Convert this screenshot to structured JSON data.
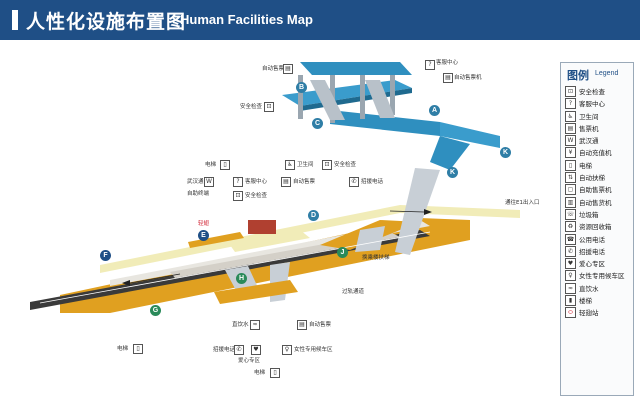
{
  "header": {
    "title_cn": "人性化设施布置图",
    "title_en": "Human Facilities Map"
  },
  "colors": {
    "header": "#1f4f86",
    "blue_level": "#2f8fbf",
    "platform": "#e0a020",
    "concourse": "#f1ecb8",
    "track": "#3a3a3a"
  },
  "exits": [
    "A",
    "B",
    "C",
    "D",
    "E",
    "F",
    "G",
    "H",
    "J",
    "K"
  ],
  "map_labels": {
    "service_center_top": "客服中心",
    "ticket_machine_top": "自动售票机",
    "ticket_machine_b": "自动售票",
    "security_c": "安全检查",
    "elevator_left": "电梯",
    "restroom": "卫生间",
    "security_mid": "安全检查",
    "ticket_mid": "自动售票",
    "emergency_phone_mid": "招援电话",
    "burger": "武汉通",
    "self_terminal": "自助终端",
    "service_center_mid": "客服中心",
    "security_left": "安全检查",
    "east_exit": "通往E1出入口",
    "transfer": "换乘楼扶梯",
    "crossing": "过轨通道",
    "drinking": "直饮水",
    "emergency_phone_low": "招援电话",
    "caring": "爱心专区",
    "ticket_low": "自动售票",
    "women": "女性专用候车区",
    "elevator_bottom": "电梯",
    "elevator_low": "电梯",
    "badge": "轻翅"
  },
  "legend": {
    "title": "图例",
    "title_en": "Legend",
    "items": [
      {
        "icon": "⊡",
        "label": "安全检查"
      },
      {
        "icon": "?",
        "label": "客服中心"
      },
      {
        "icon": "♿",
        "label": "卫生间"
      },
      {
        "icon": "▤",
        "label": "售票机"
      },
      {
        "icon": "W",
        "label": "武汉通"
      },
      {
        "icon": "¥",
        "label": "自动充值机"
      },
      {
        "icon": "▯",
        "label": "电梯"
      },
      {
        "icon": "⇅",
        "label": "自动扶梯"
      },
      {
        "icon": "▢",
        "label": "自助售票机"
      },
      {
        "icon": "▥",
        "label": "自动售货机"
      },
      {
        "icon": "☏",
        "label": "垃圾箱"
      },
      {
        "icon": "♻",
        "label": "资源回收箱"
      },
      {
        "icon": "☎",
        "label": "公用电话"
      },
      {
        "icon": "✆",
        "label": "招援电话"
      },
      {
        "icon": "♥",
        "label": "爱心专区"
      },
      {
        "icon": "♀",
        "label": "女性专用候车区"
      },
      {
        "icon": "≈",
        "label": "直饮水"
      },
      {
        "icon": "▮",
        "label": "楼梯"
      },
      {
        "icon": "⬭",
        "label": "轻翅站"
      }
    ]
  }
}
